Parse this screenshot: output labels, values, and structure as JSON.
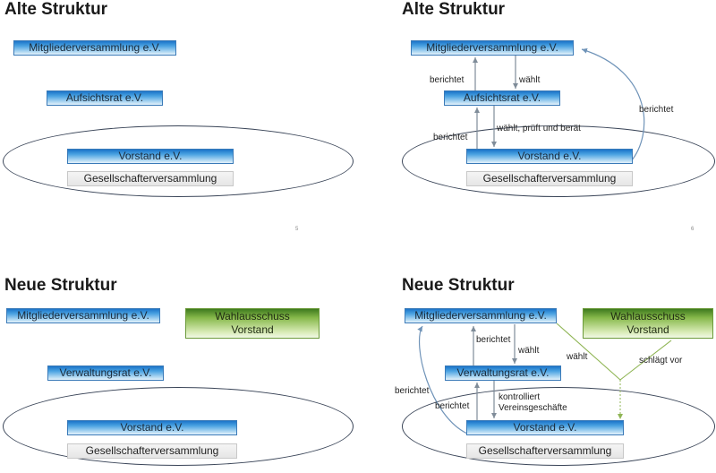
{
  "slides": {
    "old_simple": {
      "title": "Alte Struktur",
      "member_assembly": "Mitgliederversammlung e.V.",
      "supervisory_board": "Aufsichtsrat e.V.",
      "board": "Vorstand e.V.",
      "shareholders_meeting": "Gesellschafterversammlung",
      "page_number": "5"
    },
    "old_detailed": {
      "title": "Alte Struktur",
      "member_assembly": "Mitgliederversammlung e.V.",
      "supervisory_board": "Aufsichtsrat e.V.",
      "board": "Vorstand e.V.",
      "shareholders_meeting": "Gesellschafterversammlung",
      "page_number": "6",
      "labels": {
        "reports_1": "berichtet",
        "elects": "wählt",
        "reports_2": "berichtet",
        "elects_checks_advises": "wählt, prüft und berät",
        "reports_3": "berichtet"
      }
    },
    "new_simple": {
      "title": "Neue Struktur",
      "member_assembly": "Mitgliederversammlung e.V.",
      "election_committee_line1": "Wahlausschuss",
      "election_committee_line2": "Vorstand",
      "administrative_board": "Verwaltungsrat e.V.",
      "board": "Vorstand e.V.",
      "shareholders_meeting": "Gesellschafterversammlung"
    },
    "new_detailed": {
      "title": "Neue Struktur",
      "member_assembly": "Mitgliederversammlung e.V.",
      "election_committee_line1": "Wahlausschuss",
      "election_committee_line2": "Vorstand",
      "administrative_board": "Verwaltungsrat e.V.",
      "board": "Vorstand e.V.",
      "shareholders_meeting": "Gesellschafterversammlung",
      "labels": {
        "reports_1": "berichtet",
        "elects_1": "wählt",
        "elects_2": "wählt",
        "proposes": "schlägt vor",
        "reports_outer": "berichtet",
        "reports_2": "berichtet",
        "controls_line1": "kontrolliert",
        "controls_line2": "Vereinsgeschäfte"
      }
    }
  },
  "colors": {
    "box_blue": "#4aa2e2",
    "box_green": "#86b84a",
    "arrow_gray": "#7f8c99",
    "arrow_blue": "#6f93b8",
    "arrow_green": "#8fb554"
  }
}
